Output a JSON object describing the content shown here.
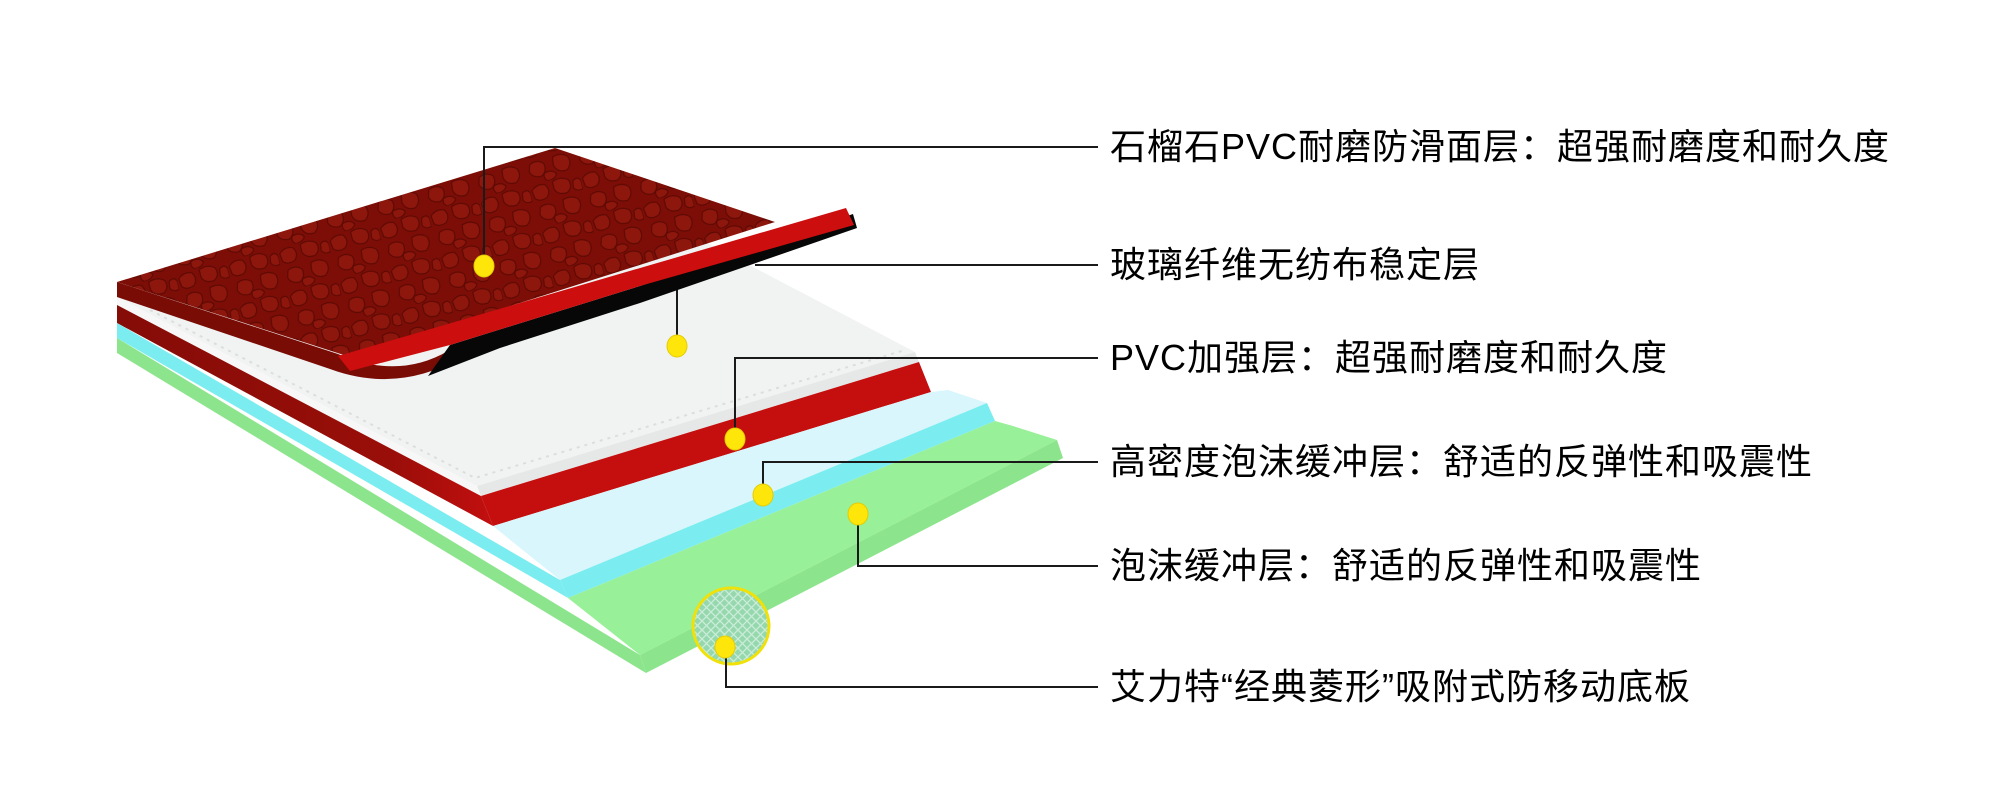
{
  "page": {
    "background_color": "#FFFFFF",
    "kind": "product-layer-structure-diagram"
  },
  "diagram": {
    "leader_line_color": "#1A1A1A",
    "callout_dot_color": "#FFE60A",
    "detail_circle": {
      "description": "diamond-texture-closeup",
      "ring_color": "#F0E10A",
      "fill_color": "#96D8AE"
    },
    "layers": [
      {
        "id": "wear-surface",
        "label": "石榴石PVC耐磨防滑面层：超强耐磨度和耐久度",
        "color": "#7C0E07",
        "edge_color": "#CC0E0E"
      },
      {
        "id": "glass-fiber",
        "label": "玻璃纤维无纺布稳定层",
        "color": "#F1F3F3",
        "edge_color": "#E6E8E8"
      },
      {
        "id": "pvc-reinforced",
        "label": "PVC加强层：超强耐磨度和耐久度",
        "color": "#C50F0F",
        "edge_color": "#8B0D08"
      },
      {
        "id": "hd-foam",
        "label": "高密度泡沫缓冲层：舒适的反弹性和吸震性",
        "color": "#D8F6FB",
        "edge_color": "#7BEDF0"
      },
      {
        "id": "foam",
        "label": "泡沫缓冲层：舒适的反弹性和吸震性",
        "color": "#98F098",
        "edge_color": "#8CE58C"
      },
      {
        "id": "base-board",
        "label": "艾力特“经典菱形”吸附式防移动底板",
        "color": "#96D8AE",
        "edge_color": "#F0E10A"
      }
    ]
  }
}
